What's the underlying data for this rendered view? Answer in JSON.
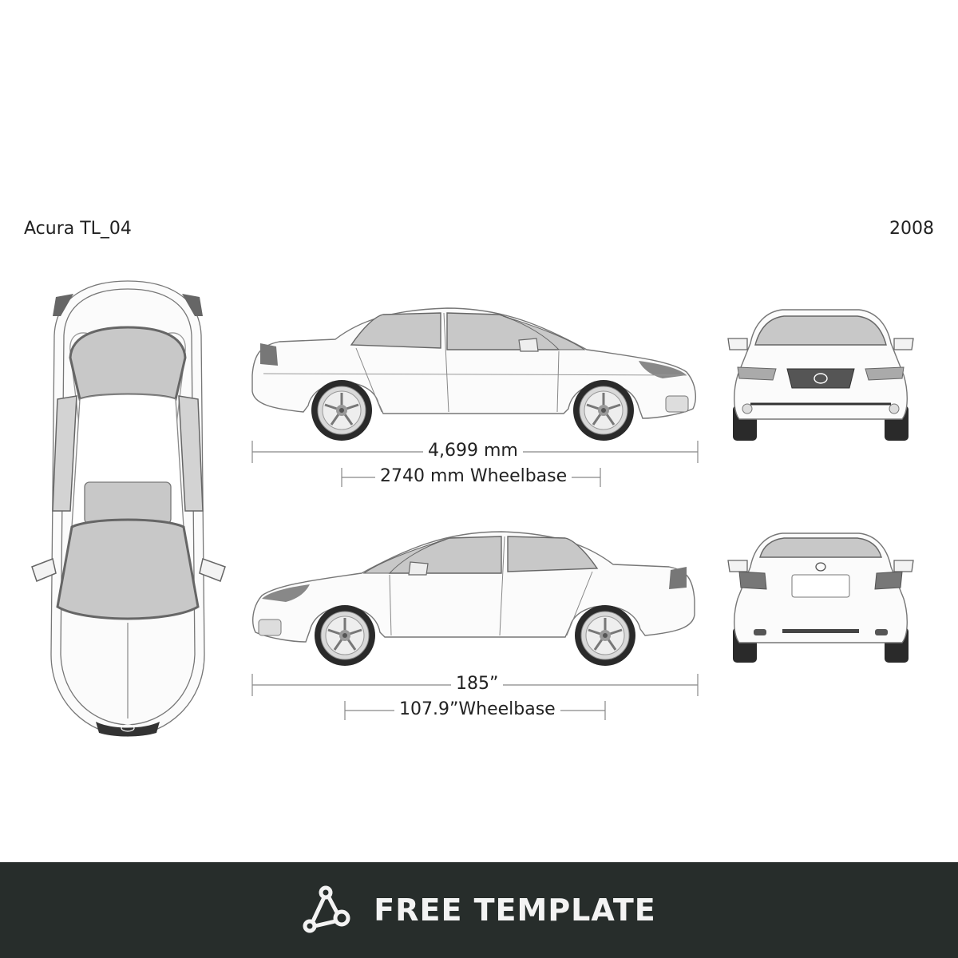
{
  "header": {
    "model": "Acura TL_04",
    "year": "2008"
  },
  "dimensions": {
    "length_metric": "4,699 mm",
    "wheelbase_metric": "2740 mm Wheelbase",
    "length_imperial": "185”",
    "wheelbase_imperial": "107.9”Wheelbase"
  },
  "footer": {
    "label": "FREE TEMPLATE",
    "icon": "network-nodes-icon"
  },
  "colors": {
    "footer_bg": "#272d2b",
    "glass": "#c8c8c8",
    "tire": "#2a2a2a",
    "outline": "#777777"
  }
}
